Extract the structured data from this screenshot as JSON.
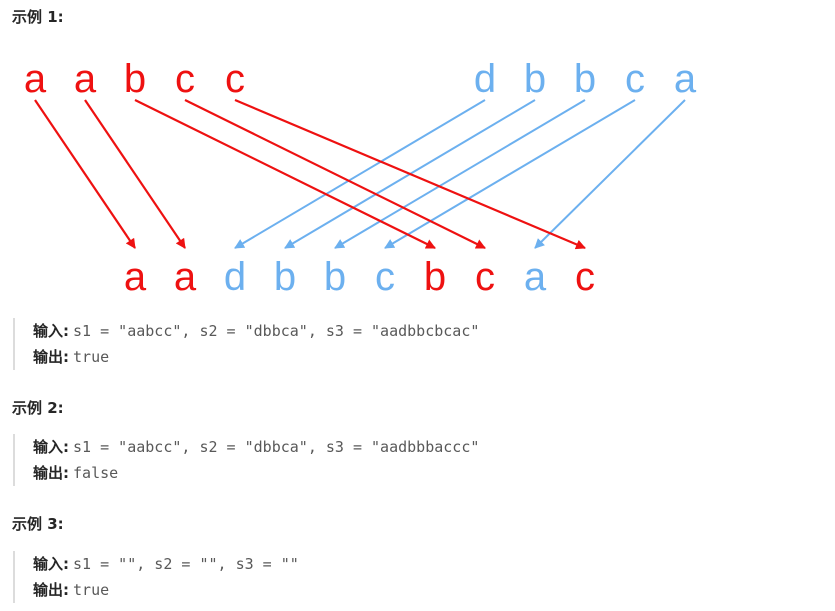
{
  "examples": [
    {
      "heading": "示例 1:",
      "input_label": "输入",
      "input_value": "s1 = \"aabcc\", s2 = \"dbbca\", s3 = \"aadbbcbcac\"",
      "output_label": "输出",
      "output_value": "true"
    },
    {
      "heading": "示例 2:",
      "input_label": "输入",
      "input_value": "s1 = \"aabcc\", s2 = \"dbbca\", s3 = \"aadbbbaccc\"",
      "output_label": "输出",
      "output_value": "false"
    },
    {
      "heading": "示例 3:",
      "input_label": "输入",
      "input_value": "s1 = \"\", s2 = \"\", s3 = \"\"",
      "output_label": "输出",
      "output_value": "true"
    }
  ],
  "colon": ":",
  "diagram": {
    "colors": {
      "s1": "#ee1111",
      "s2": "#6cb0ef"
    },
    "s1_letters": [
      "a",
      "a",
      "b",
      "c",
      "c"
    ],
    "s2_letters": [
      "d",
      "b",
      "b",
      "c",
      "a"
    ],
    "s3_letters": [
      "a",
      "a",
      "d",
      "b",
      "b",
      "c",
      "b",
      "c",
      "a",
      "c"
    ],
    "s3_sources": [
      "s1",
      "s1",
      "s2",
      "s2",
      "s2",
      "s2",
      "s1",
      "s1",
      "s2",
      "s1"
    ]
  }
}
